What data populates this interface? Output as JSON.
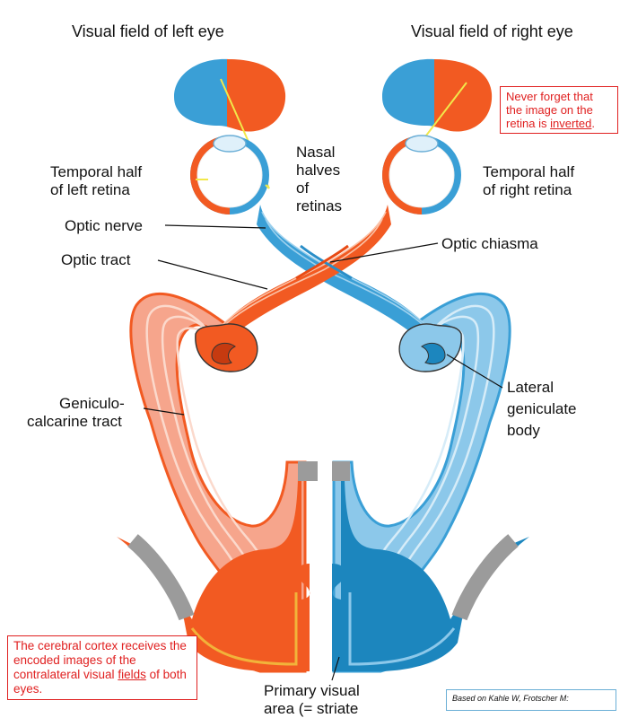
{
  "titles": {
    "left_field": "Visual field of left eye",
    "right_field": "Visual field of right eye"
  },
  "labels": {
    "temporal_left_1": "Temporal half",
    "temporal_left_2": "of left retina",
    "nasal_1": "Nasal",
    "nasal_2": "halves",
    "nasal_3": "of",
    "nasal_4": "retinas",
    "temporal_right_1": "Temporal half",
    "temporal_right_2": "of right retina",
    "optic_nerve": "Optic nerve",
    "optic_chiasma": "Optic chiasma",
    "optic_tract": "Optic tract",
    "geniculo_1": "Geniculo-",
    "geniculo_2": "calcarine tract",
    "lateral_1": "Lateral",
    "lateral_2": "geniculate",
    "lateral_3": "body",
    "primary_1": "Primary visual",
    "primary_2": "area (= striate"
  },
  "notes": {
    "retina_pre": "Never forget that the image on the retina is ",
    "retina_underlined": "inverted",
    "retina_post": ".",
    "cortex_pre": "The cerebral cortex receives the encoded images of the contralateral visual ",
    "cortex_underlined": "fields",
    "cortex_post": " of both eyes."
  },
  "credit": "Based on Kahle W, Frotscher M:",
  "colors": {
    "blue": "#3a9fd6",
    "blue_dark": "#1c86be",
    "light_blue": "#8cc8ea",
    "orange": "#f25a22",
    "salmon": "#f6a58c",
    "yellow": "#f2e84a",
    "gray": "#9b9b9b",
    "red_text": "#e02020"
  }
}
